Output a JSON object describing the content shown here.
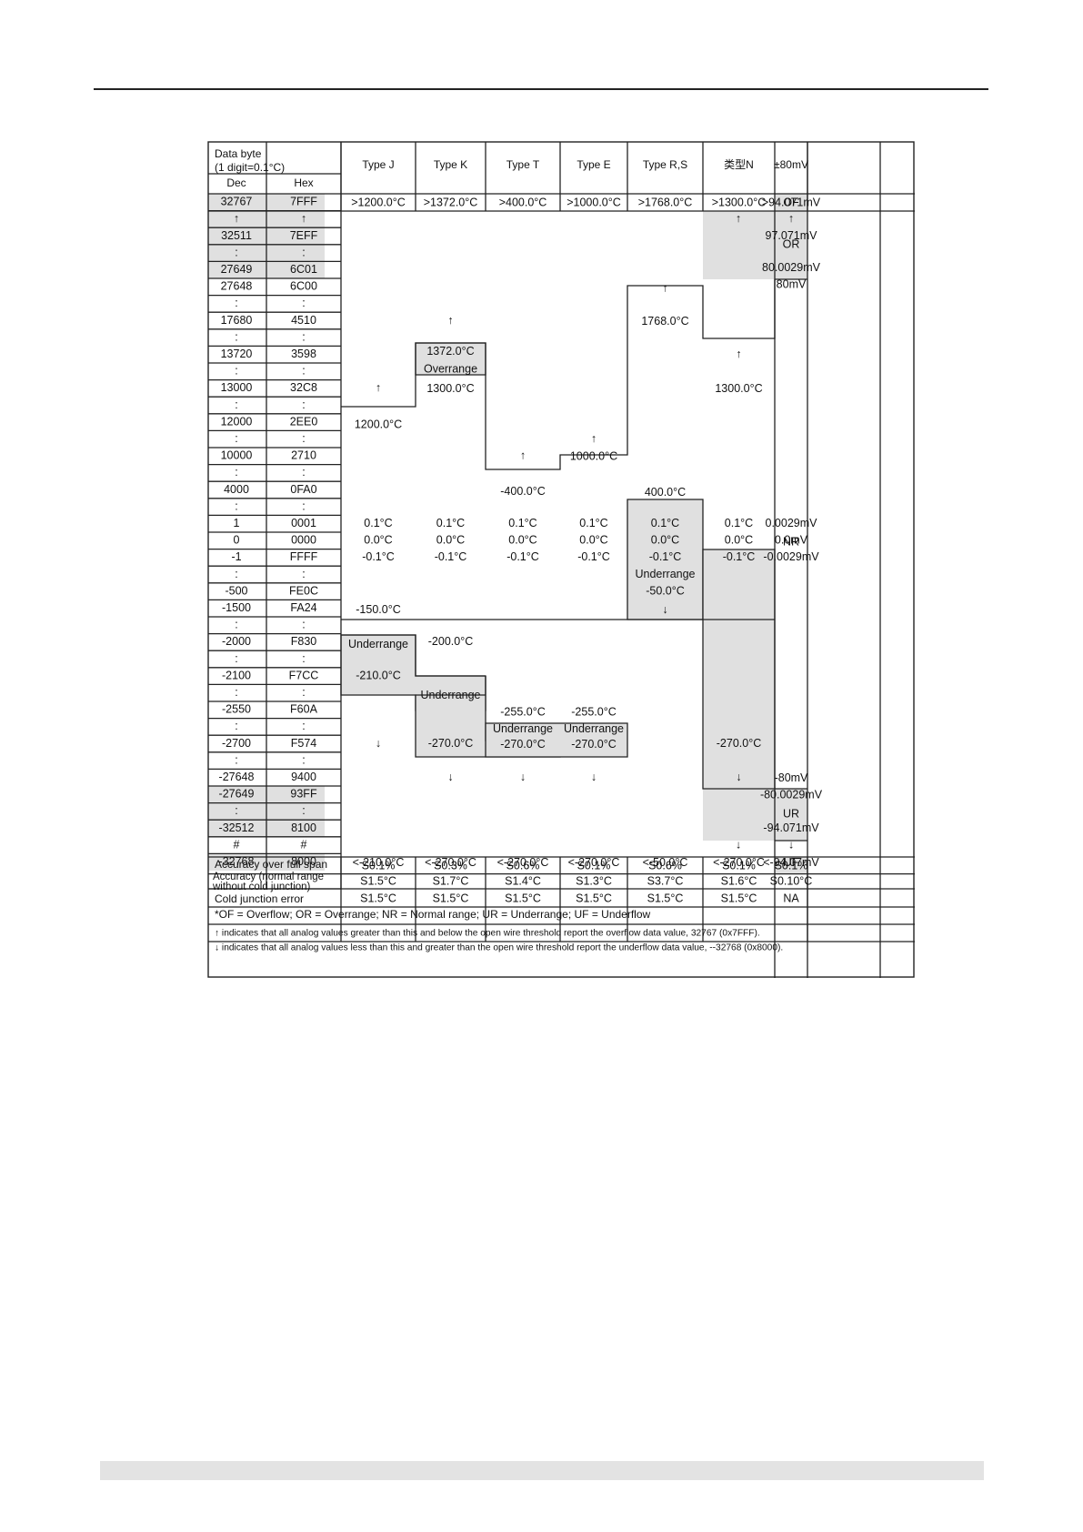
{
  "header": {},
  "table": {
    "corner": {
      "title": "Data byte",
      "subtitle": "(1 digit=0.1°C)",
      "dec_label": "Dec",
      "hex_label": "Hex"
    },
    "columns": [
      "Type J",
      "Type K",
      "Type T",
      "Type E",
      "Type R,S",
      "类型N",
      "±80mV"
    ],
    "rows": [
      {
        "dec": "32767",
        "hex": "7FFF",
        "gray": true
      },
      {
        "dec": "↑",
        "hex": "↑",
        "gray": true
      },
      {
        "dec": "32511",
        "hex": "7EFF",
        "gray": true
      },
      {
        "dec": ":",
        "hex": ":",
        "gray": true
      },
      {
        "dec": "27649",
        "hex": "6C01",
        "gray": true
      },
      {
        "dec": "27648",
        "hex": "6C00"
      },
      {
        "dec": ":",
        "hex": ":"
      },
      {
        "dec": "17680",
        "hex": "4510"
      },
      {
        "dec": ":",
        "hex": ":"
      },
      {
        "dec": "13720",
        "hex": "3598"
      },
      {
        "dec": ":",
        "hex": ":"
      },
      {
        "dec": "13000",
        "hex": "32C8"
      },
      {
        "dec": ":",
        "hex": ":"
      },
      {
        "dec": "12000",
        "hex": "2EE0"
      },
      {
        "dec": ":",
        "hex": ":"
      },
      {
        "dec": "10000",
        "hex": "2710"
      },
      {
        "dec": ":",
        "hex": ":"
      },
      {
        "dec": "4000",
        "hex": "0FA0"
      },
      {
        "dec": ":",
        "hex": ":"
      },
      {
        "dec": "1",
        "hex": "0001"
      },
      {
        "dec": "0",
        "hex": "0000"
      },
      {
        "dec": "-1",
        "hex": "FFFF"
      },
      {
        "dec": ":",
        "hex": ":"
      },
      {
        "dec": "-500",
        "hex": "FE0C"
      },
      {
        "dec": "-1500",
        "hex": "FA24"
      },
      {
        "dec": ":",
        "hex": ":"
      },
      {
        "dec": "-2000",
        "hex": "F830"
      },
      {
        "dec": ":",
        "hex": ":"
      },
      {
        "dec": "-2100",
        "hex": "F7CC"
      },
      {
        "dec": ":",
        "hex": ":"
      },
      {
        "dec": "-2550",
        "hex": "F60A"
      },
      {
        "dec": ":",
        "hex": ":"
      },
      {
        "dec": "-2700",
        "hex": "F574"
      },
      {
        "dec": ":",
        "hex": ":"
      },
      {
        "dec": "-27648",
        "hex": "9400"
      },
      {
        "dec": "-27649",
        "hex": "93FF",
        "gray": true
      },
      {
        "dec": ":",
        "hex": ":",
        "gray": true
      },
      {
        "dec": "-32512",
        "hex": "8100",
        "gray": true
      },
      {
        "dec": "#",
        "hex": "#"
      },
      {
        "dec": "-32768",
        "hex": "8000",
        "gray": true
      }
    ],
    "overflow_row": [
      ">1200.0°C",
      ">1372.0°C",
      ">400.0°C",
      ">1000.0°C",
      ">1768.0°C",
      ">1300.0°C",
      ">94.071mV"
    ],
    "underflow_row": [
      "<-210.0°C",
      "<-270.0°C",
      "<-270.0°C",
      "<-270.0°C",
      "<-50.0°C",
      "<-270.0°C",
      "<-94.07mV"
    ],
    "status": {
      "of": "OF",
      "or": "OR",
      "nr": "NR",
      "ur": "UR",
      "uf": "UF",
      "up": "↑",
      "down": "↓"
    },
    "small_rows": {
      "one": [
        "0.1°C",
        "0.1°C",
        "0.1°C",
        "0.1°C",
        "0.1°C",
        "0.1°C",
        "0.0029mV"
      ],
      "zero": [
        "0.0°C",
        "0.0°C",
        "0.0°C",
        "0.0°C",
        "0.0°C",
        "0.0°C",
        "0.0mV"
      ],
      "minus_one": [
        "-0.1°C",
        "-0.1°C",
        "-0.1°C",
        "-0.1°C",
        "-0.1°C",
        "-0.1°C",
        "-0.0029mV"
      ]
    },
    "cells": {
      "j_1200": "1200.0°C",
      "j_m150": "-150.0°C",
      "j_underrange": "Underrange",
      "j_m210": "-210.0°C",
      "k_1372": "1372.0°C",
      "k_overrange": "Overrange",
      "k_1300": "1300.0°C",
      "k_m200": "-200.0°C",
      "k_underrange": "Underrange",
      "k_m270": "-270.0°C",
      "t_m400": "-400.0°C",
      "t_m255": "-255.0°C",
      "t_underrange": "Underrange",
      "t_m270": "-270.0°C",
      "e_1000": "1000.0°C",
      "e_m255": "-255.0°C",
      "e_underrange": "Underrange",
      "e_m270": "-270.0°C",
      "rs_1768": "1768.0°C",
      "rs_400": "400.0°C",
      "rs_underrange": "Underrange",
      "rs_m50": "-50.0°C",
      "n_1300": "1300.0°C",
      "n_m270": "-270.0°C",
      "mv_97": "97.071mV",
      "mv_80_0029": "80.0029mV",
      "mv_80": "80mV",
      "mv_m80": "-80mV",
      "mv_m80_0029": "-80.0029mV",
      "mv_m94": "-94.071mV"
    },
    "accuracy": [
      {
        "label": "Accuracy over full span",
        "values": [
          "S0.1%",
          "S0.3%",
          "S0.6%",
          "S0.1%",
          "S0.6%",
          "S0.1%",
          "S0.1%"
        ]
      },
      {
        "label": "Accuracy (normal range",
        "label2": "without cold junction)",
        "values": [
          "S1.5°C",
          "S1.7°C",
          "S1.4°C",
          "S1.3°C",
          "S3.7°C",
          "S1.6°C",
          "S0.10°C"
        ]
      },
      {
        "label": "Cold junction error",
        "values": [
          "S1.5°C",
          "S1.5°C",
          "S1.5°C",
          "S1.5°C",
          "S1.5°C",
          "S1.5°C",
          "NA"
        ]
      }
    ],
    "notes": [
      "*OF = Overflow; OR = Overrange; NR = Normal range; UR = Underrange; UF = Underflow",
      "↑ indicates that all analog values greater than this and below the open wire threshold report the overflow data value, 32767 (0x7FFF).",
      "↓ indicates that all analog values less than this and greater than the open wire threshold report the underflow data value, --32768 (0x8000)."
    ],
    "shade_color": "#e0e0e0",
    "line_color": "#222222"
  }
}
